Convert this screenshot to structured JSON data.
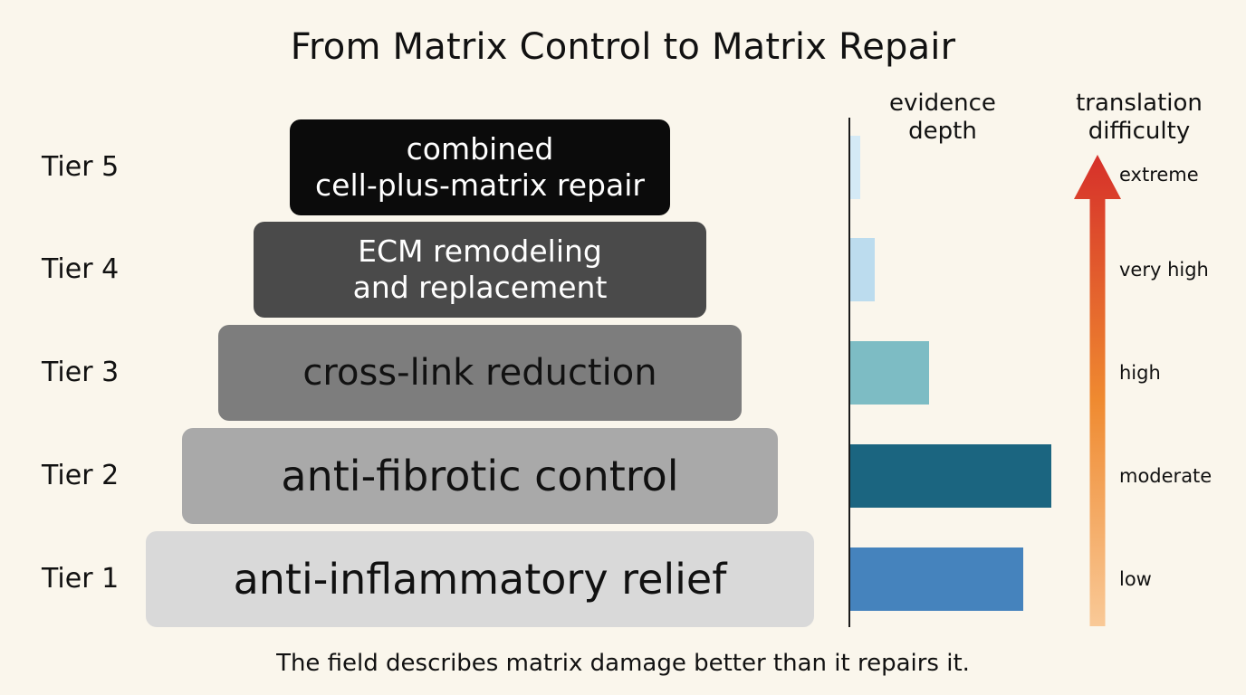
{
  "title": "From Matrix Control to Matrix Repair",
  "tiers": [
    {
      "label": "Tier 5",
      "lines": [
        "combined",
        "cell-plus-matrix repair"
      ]
    },
    {
      "label": "Tier 4",
      "lines": [
        "ECM remodeling",
        "and replacement"
      ]
    },
    {
      "label": "Tier 3",
      "lines": [
        "cross-link reduction"
      ]
    },
    {
      "label": "Tier 2",
      "lines": [
        "anti-fibrotic control"
      ]
    },
    {
      "label": "Tier 1",
      "lines": [
        "anti-inflammatory relief"
      ]
    }
  ],
  "evidence_header": {
    "line1": "evidence",
    "line2": "depth"
  },
  "difficulty_header": {
    "line1": "translation",
    "line2": "difficulty"
  },
  "evidence_depth": [
    0.05,
    0.12,
    0.39,
    1.0,
    0.86
  ],
  "difficulty_levels": [
    "extreme",
    "very high",
    "high",
    "moderate",
    "low"
  ],
  "footer": "The field describes matrix damage better than it repairs it.",
  "colors": {
    "background": "#faf6ec",
    "tier_fills": [
      "#0b0b0b",
      "#4a4a4a",
      "#7d7d7d",
      "#a9a9a9",
      "#d9d9d9"
    ],
    "tier_text": [
      "#ffffff",
      "#ffffff",
      "#111111",
      "#111111",
      "#111111"
    ],
    "evidence_bars": [
      "#d4eaf6",
      "#bcdcee",
      "#7dbcc4",
      "#1b6580",
      "#4583bd"
    ],
    "arrow_top": "#d6302a",
    "arrow_mid": "#ef8a30",
    "arrow_bottom": "#f9c997"
  }
}
